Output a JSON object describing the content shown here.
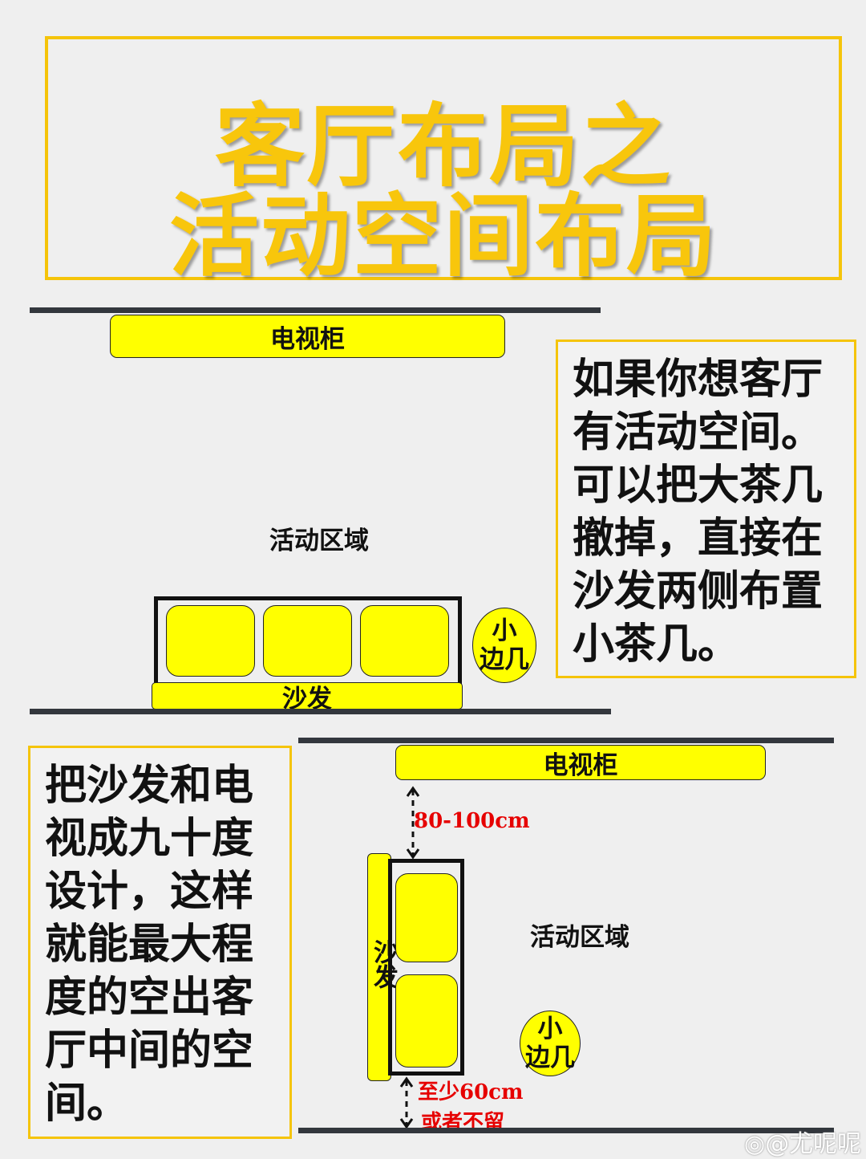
{
  "title": {
    "line1": "客厅布局之",
    "line2": "活动空间布局"
  },
  "diagram1": {
    "tv_cabinet": "电视柜",
    "activity_area": "活动区域",
    "sofa": "沙发",
    "side_table": [
      "小",
      "边几"
    ]
  },
  "note1": {
    "lines": [
      "如果你想客厅",
      "有活动空间。",
      "可以把大茶几",
      "撤掉，直接在",
      "沙发两侧布置",
      "小茶几。"
    ]
  },
  "diagram2": {
    "tv_cabinet": "电视柜",
    "distance_top": "80-100cm",
    "activity_area": "活动区域",
    "sofa": "沙发",
    "side_table": [
      "小",
      "边几"
    ],
    "distance_bottom_1": "至少60cm",
    "distance_bottom_2": "或者不留"
  },
  "note2": {
    "lines": [
      "把沙发和电",
      "视成九十度",
      "设计，这样",
      "就能最大程",
      "度的空出客",
      "厅中间的空",
      "间。"
    ]
  },
  "watermark": "@尤呢呢",
  "colors": {
    "title": "#f8c60c",
    "furniture": "#ffff00",
    "wall": "#33373d",
    "border": "#f5c40a",
    "dimension": "#e60000"
  }
}
